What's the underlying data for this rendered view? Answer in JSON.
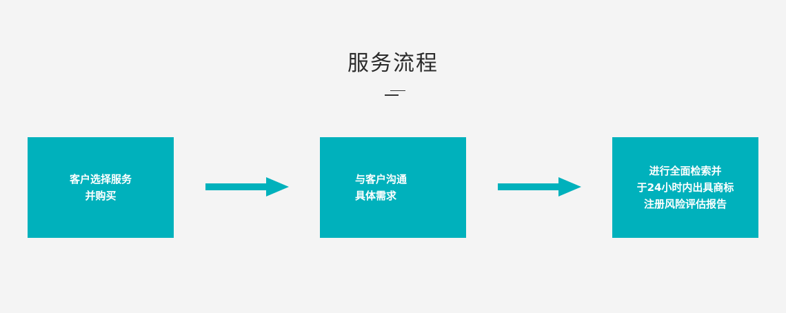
{
  "page": {
    "title": "服务流程",
    "accent_color": "#00b1bc",
    "background_color": "#f4f4f4"
  },
  "steps": [
    {
      "text": "客户选择服务\n并购买"
    },
    {
      "text": "  与客户沟通\n具体需求"
    },
    {
      "text": "进行全面检索并\n于24小时内出具商标\n注册风险评估报告"
    }
  ],
  "arrows": [
    {
      "icon": "right-arrow-icon"
    },
    {
      "icon": "right-arrow-icon"
    }
  ]
}
